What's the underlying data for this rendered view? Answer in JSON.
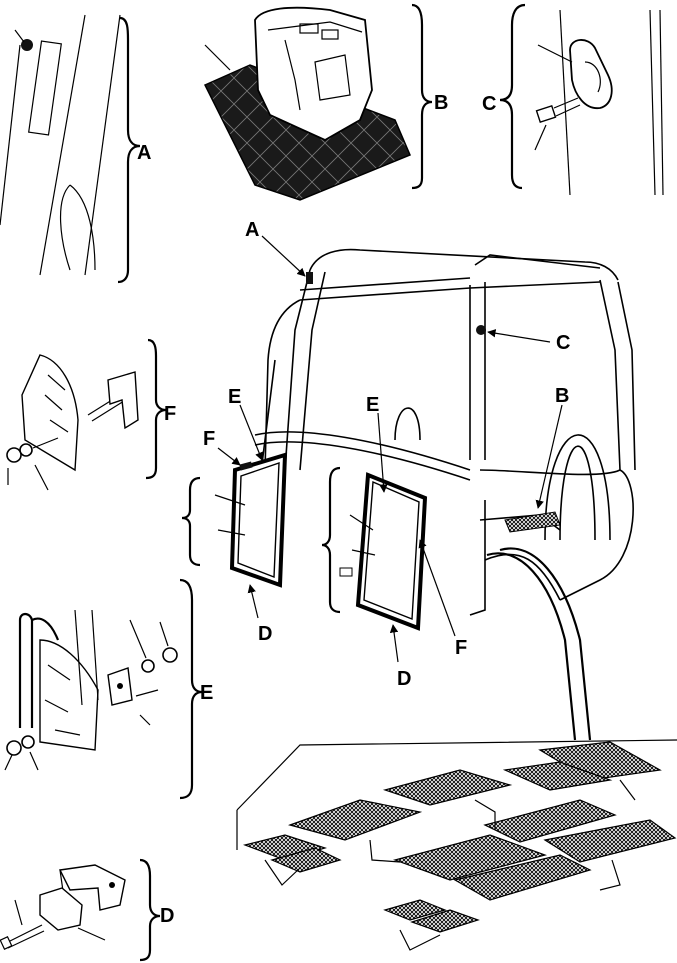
{
  "figure": {
    "callouts": {
      "A": "A",
      "B": "B",
      "C": "C",
      "D": "D",
      "E": "E",
      "F": "F"
    }
  }
}
